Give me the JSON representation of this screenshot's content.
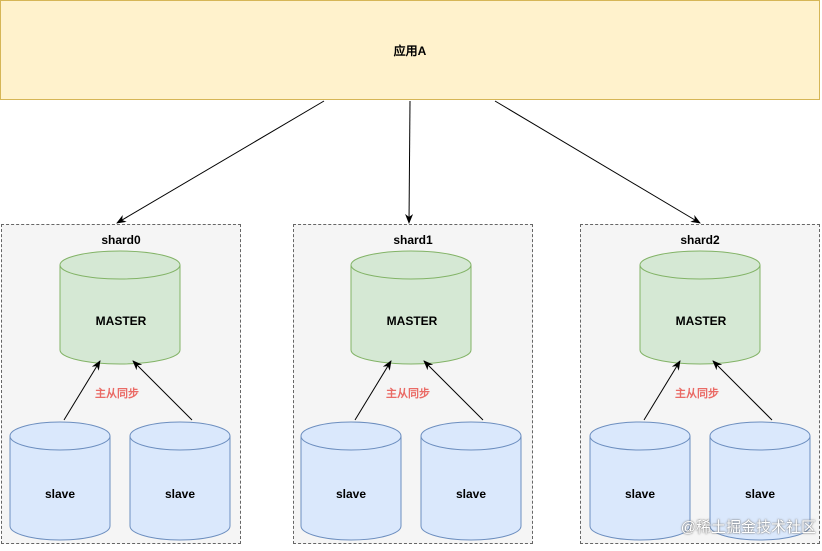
{
  "app": {
    "label": "应用A"
  },
  "shards": [
    {
      "title": "shard0",
      "master": "MASTER",
      "sync": "主从同步",
      "slaves": [
        "slave",
        "slave"
      ]
    },
    {
      "title": "shard1",
      "master": "MASTER",
      "sync": "主从同步",
      "slaves": [
        "slave",
        "slave"
      ]
    },
    {
      "title": "shard2",
      "master": "MASTER",
      "sync": "主从同步",
      "slaves": [
        "slave",
        "slave"
      ]
    }
  ],
  "watermark": "@稀土掘金技术社区",
  "colors": {
    "app_fill": "#fff2cc",
    "app_stroke": "#d6b656",
    "master_fill": "#d5e8d4",
    "master_stroke": "#82b366",
    "slave_fill": "#dae8fc",
    "slave_stroke": "#6c8ebf",
    "sync_text": "#ea6b66",
    "shard_fill": "#f5f5f5"
  }
}
